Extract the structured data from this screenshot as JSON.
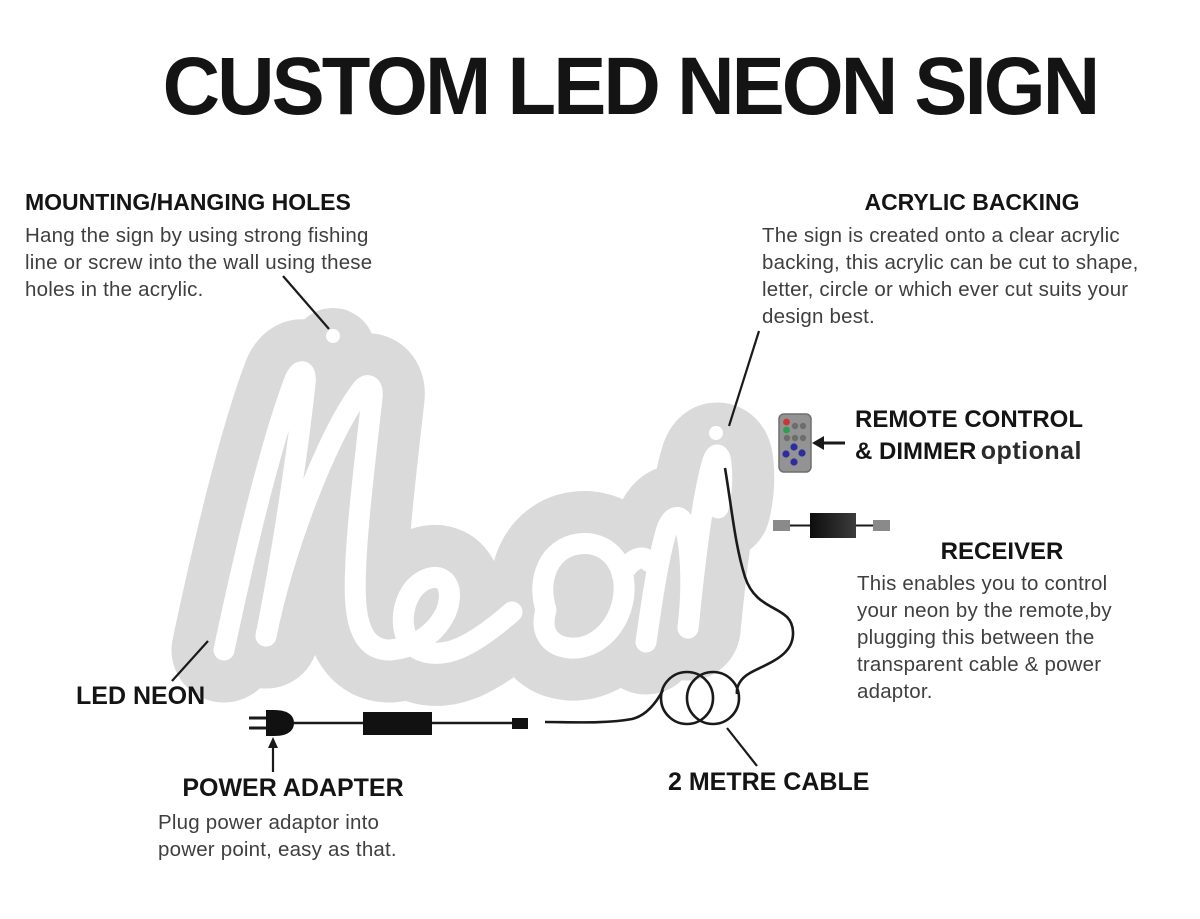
{
  "title": "CUSTOM LED NEON SIGN",
  "sections": {
    "mounting": {
      "heading": "MOUNTING/HANGING HOLES",
      "body_lines": [
        "Hang the sign by using strong fishing",
        "line or screw into the wall using these",
        "holes in the acrylic."
      ]
    },
    "acrylic": {
      "heading": "ACRYLIC BACKING",
      "body_lines": [
        "The sign is created onto a clear acrylic",
        "backing, this acrylic can be cut to shape,",
        "letter, circle or which ever cut suits your",
        "design best."
      ]
    },
    "remote": {
      "heading_line1": "REMOTE CONTROL",
      "heading_line2": "& DIMMER",
      "optional_label": "optional"
    },
    "receiver": {
      "heading": "RECEIVER",
      "body_lines": [
        "This enables you to control",
        "your neon by the remote,by",
        "plugging this between the",
        "transparent cable & power",
        "adaptor."
      ]
    },
    "led_neon": {
      "label": "LED NEON"
    },
    "power_adapter": {
      "heading": "POWER ADAPTER",
      "body_lines": [
        "Plug power adaptor into",
        "power point, easy as that."
      ]
    },
    "cable": {
      "label": "2 METRE CABLE"
    }
  },
  "sign": {
    "word": "Neon",
    "hole_count": 2
  },
  "colors": {
    "ink": "#141414",
    "body-text": "#3f3f3f",
    "blob": "#dadada",
    "neon": "#ffffff",
    "line": "#1a1a1a",
    "device-dark": "#111111",
    "connector-gray": "#8a8a8a",
    "remote-body": "#939393",
    "remote-border": "#6f6f6f",
    "remote-red": "#cf3434",
    "remote-green": "#2f9e50",
    "remote-blue": "#2d2da0",
    "remote-btn": "#6d6d6d"
  }
}
